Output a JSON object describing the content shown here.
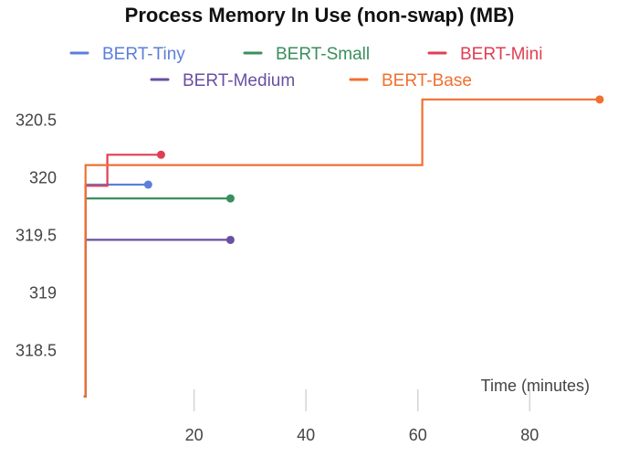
{
  "chart_data": {
    "type": "line",
    "title": "Process Memory In Use (non-swap) (MB)",
    "xlabel": "Time (minutes)",
    "ylabel": "",
    "xlim": [
      0,
      93
    ],
    "ylim": [
      318.05,
      320.75
    ],
    "x_ticks": [
      20,
      40,
      60,
      80
    ],
    "y_ticks": [
      318.5,
      319,
      319.5,
      320,
      320.5
    ],
    "x_tick_labels": [
      "20",
      "40",
      "60",
      "80"
    ],
    "y_tick_labels": [
      "318.5",
      "319",
      "319.5",
      "320",
      "320.5"
    ],
    "step": "after",
    "grid": false,
    "legend_position": "top",
    "series": [
      {
        "name": "BERT-Tiny",
        "color": "#5b7fdb",
        "points": [
          [
            0.3,
            318.1
          ],
          [
            0.6,
            319.94
          ],
          [
            11.8,
            319.94
          ]
        ]
      },
      {
        "name": "BERT-Small",
        "color": "#3a8f5c",
        "points": [
          [
            0.3,
            318.1
          ],
          [
            0.6,
            319.82
          ],
          [
            26.5,
            319.82
          ]
        ]
      },
      {
        "name": "BERT-Mini",
        "color": "#e03e52",
        "points": [
          [
            0.3,
            318.1
          ],
          [
            0.6,
            319.93
          ],
          [
            3.8,
            319.93
          ],
          [
            4.5,
            320.2
          ],
          [
            14.1,
            320.2
          ]
        ]
      },
      {
        "name": "BERT-Medium",
        "color": "#6a4fa3",
        "points": [
          [
            0.3,
            318.1
          ],
          [
            0.6,
            319.46
          ],
          [
            26.5,
            319.46
          ]
        ]
      },
      {
        "name": "BERT-Base",
        "color": "#f07030",
        "points": [
          [
            0.3,
            318.1
          ],
          [
            0.6,
            320.11
          ],
          [
            60.8,
            320.11
          ],
          [
            60.8,
            320.68
          ],
          [
            92.5,
            320.68
          ]
        ]
      }
    ]
  }
}
